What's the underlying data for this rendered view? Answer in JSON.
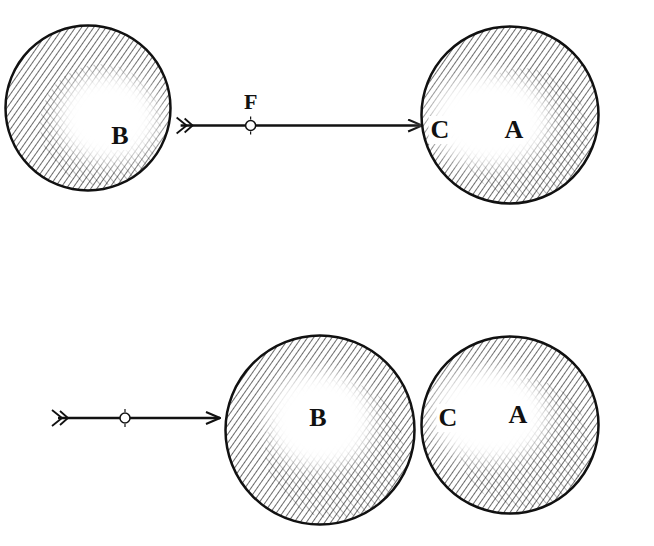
{
  "diagram": {
    "nodes": [
      {
        "text": [
          "B"
        ]
      },
      {
        "text": [
          "C",
          "A"
        ]
      },
      {
        "text": [
          "B"
        ]
      },
      {
        "text": [
          "C",
          "A"
        ]
      }
    ],
    "edges": [
      {
        "from": 0,
        "to": 1,
        "arrow": "to",
        "label": "F"
      }
    ]
  }
}
